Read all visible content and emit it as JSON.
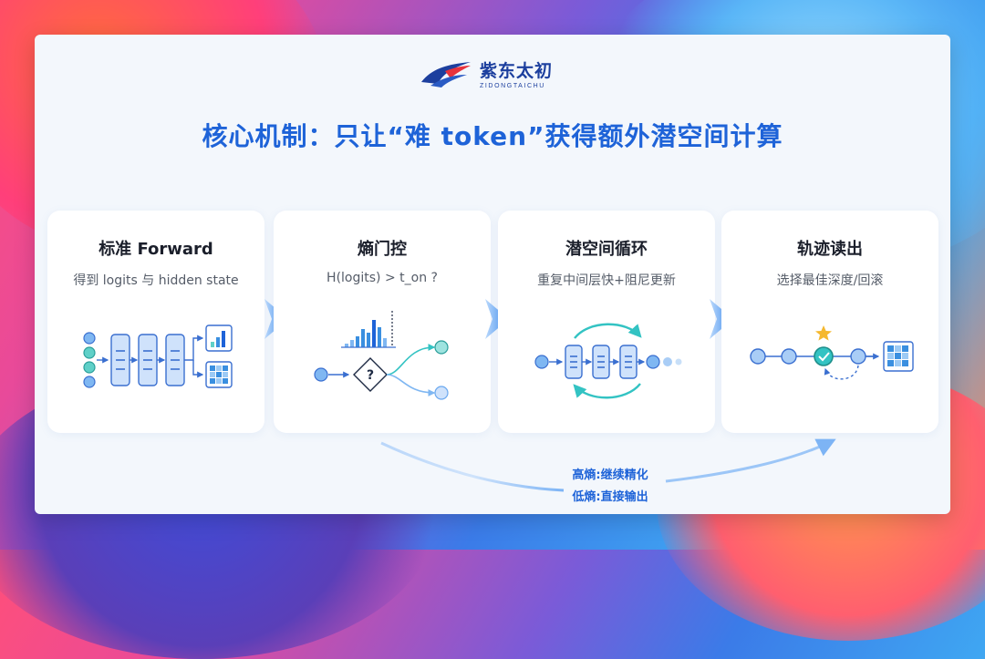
{
  "brand": {
    "name_cn": "紫东太初",
    "name_en": "ZIDONGTAICHU"
  },
  "title": "核心机制：只让“难 token”获得额外潜空间计算",
  "steps": [
    {
      "title": "标准 Forward",
      "subtitle": "得到 logits 与 hidden state",
      "icon": "network-layers-icon"
    },
    {
      "title": "熵门控",
      "subtitle": "H(logits) > t_on ?",
      "icon": "entropy-gate-icon"
    },
    {
      "title": "潜空间循环",
      "subtitle": "重复中间层快+阻尼更新",
      "icon": "latent-loop-icon"
    },
    {
      "title": "轨迹读出",
      "subtitle": "选择最佳深度/回滚",
      "icon": "trajectory-readout-icon"
    }
  ],
  "notes": {
    "high": "高熵:继续精化",
    "low": "低熵:直接输出"
  },
  "colors": {
    "accent": "#1e63d8",
    "teal": "#33c3c3",
    "node_blue": "#6aa8ef",
    "card_bg": "#ffffff",
    "panel_bg": "#f3f7fc"
  }
}
